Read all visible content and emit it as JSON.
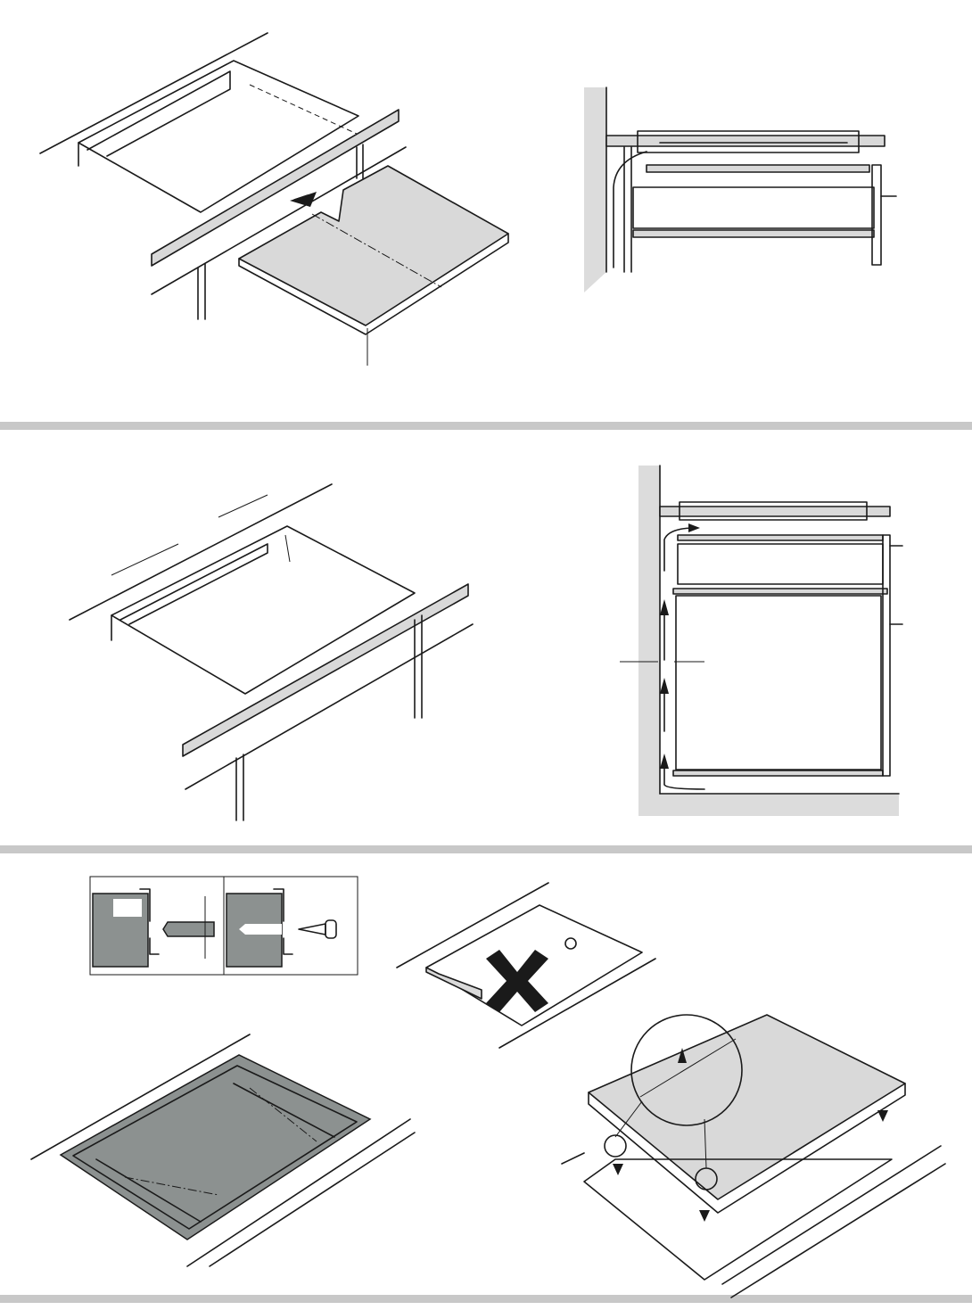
{
  "colors": {
    "separator": "#c8c8c8",
    "panel_fill": "#d9d9d9",
    "section_fill": "#8c9190"
  },
  "sections": [
    {
      "name": "worktop-cutout-with-support-panel"
    },
    {
      "name": "ventilation-clearance"
    },
    {
      "name": "fitting-and-sealing"
    }
  ]
}
